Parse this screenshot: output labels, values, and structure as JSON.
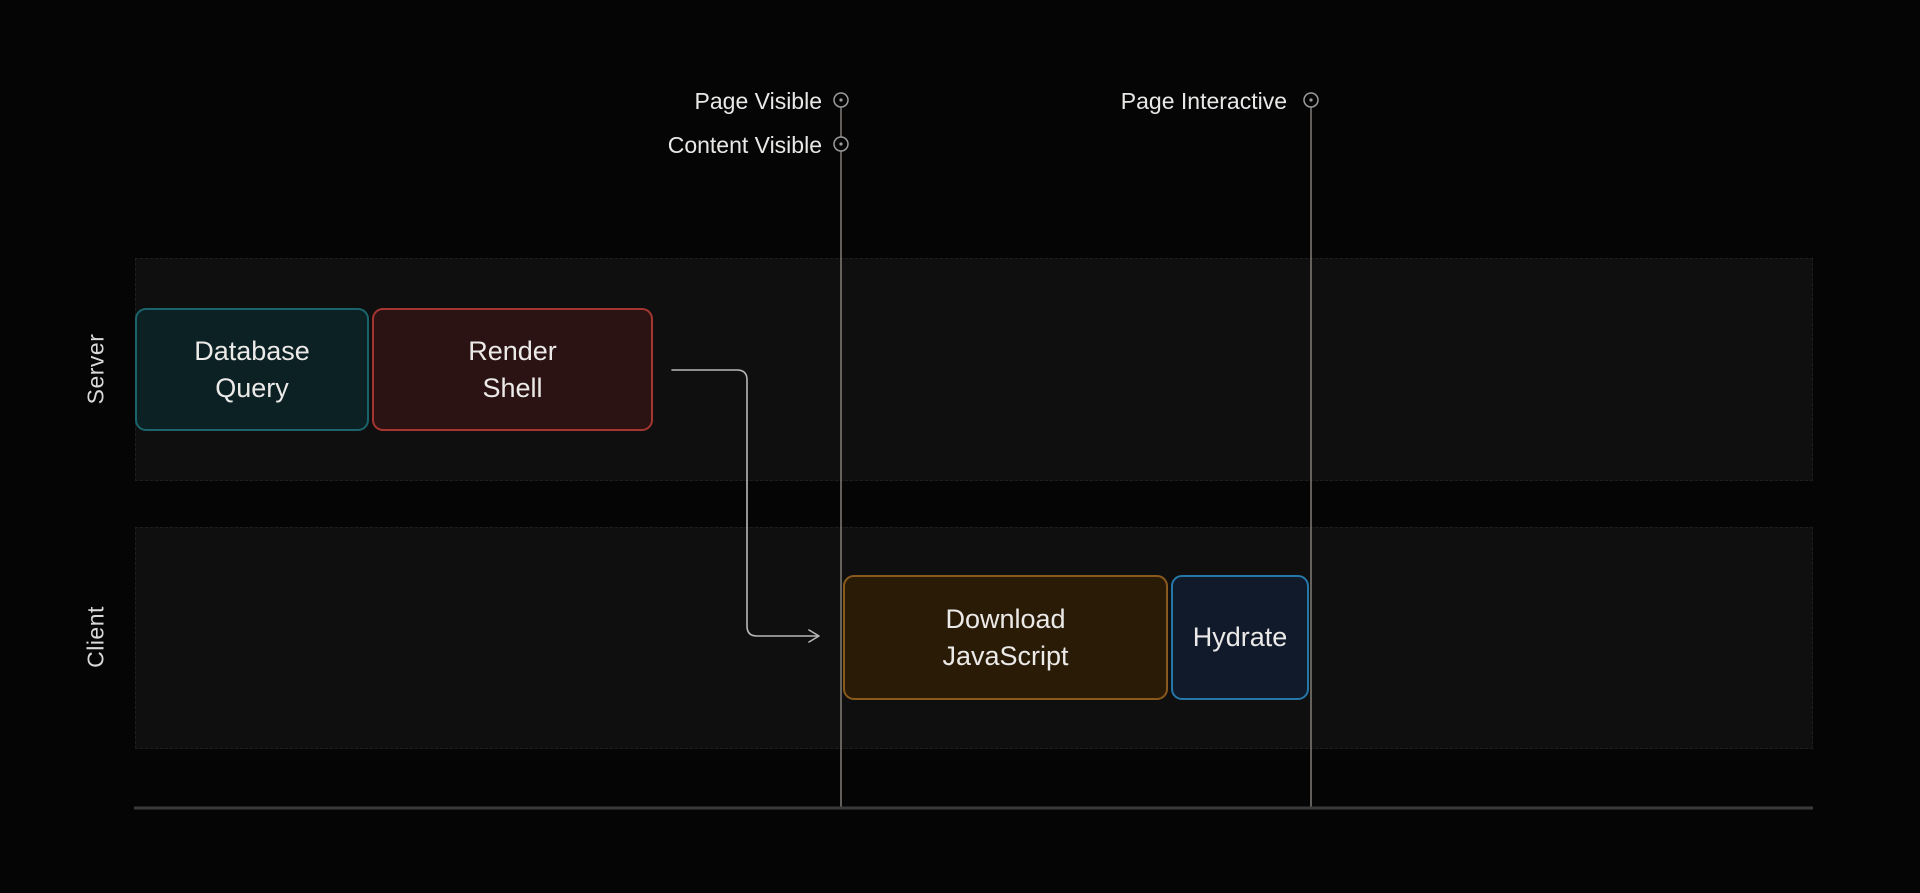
{
  "canvas": {
    "background": "#050505",
    "lane_fill": "#0f0f0f",
    "baseline_color": "#3a3a3a",
    "text_color": "#eceae8"
  },
  "lanes": {
    "server": {
      "label": "Server"
    },
    "client": {
      "label": "Client"
    }
  },
  "blocks": {
    "db_query": {
      "label": "Database\nQuery",
      "border": "#1b646c",
      "fill": "#0b2123"
    },
    "render_shell": {
      "label": "Render\nShell",
      "border": "#a43530",
      "fill": "#2b1313"
    },
    "download_js": {
      "label": "Download\nJavaScript",
      "border": "#8a5a1c",
      "fill": "#2a1b07"
    },
    "hydrate": {
      "label": "Hydrate",
      "border": "#2676a8",
      "fill": "#101a2b"
    }
  },
  "milestones": {
    "page_visible": {
      "label": "Page Visible"
    },
    "content_visible": {
      "label": "Content Visible"
    },
    "page_interactive": {
      "label": "Page Interactive"
    }
  },
  "milestone_style": {
    "line_color": "#8a8580",
    "marker_stroke": "#9c9c9c",
    "marker_fill": "#050505"
  },
  "connector": {
    "color": "#b8b8b8"
  }
}
